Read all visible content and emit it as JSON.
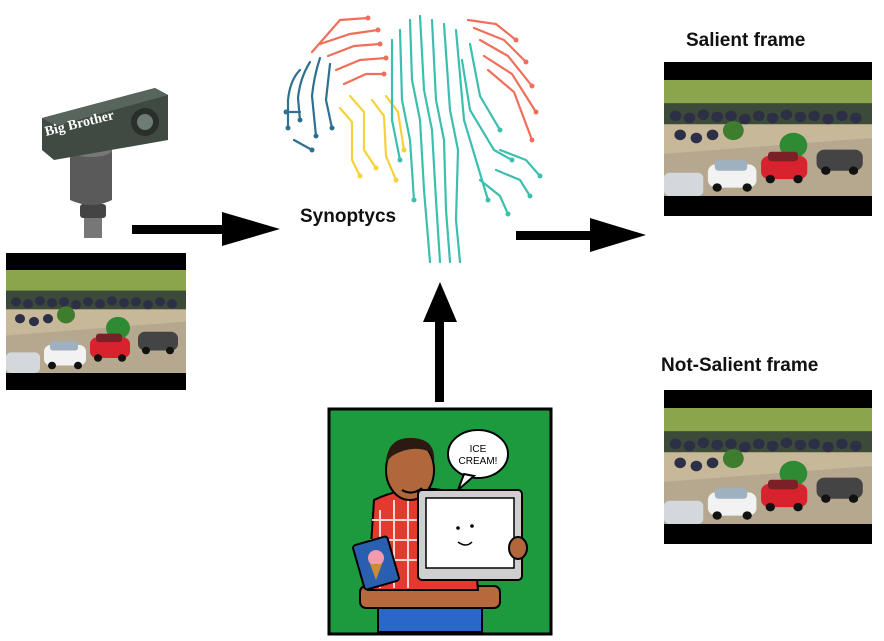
{
  "labels": {
    "salient": "Salient frame",
    "not_salient": "Not-Salient frame",
    "system": "Synoptycs",
    "camera_brand": "Big Brother",
    "speech_bubble_line1": "ICE",
    "speech_bubble_line2": "CREAM!"
  },
  "colors": {
    "arrow": "#000000",
    "brain_teal": "#3cbfae",
    "brain_red": "#ef6f5a",
    "brain_yellow": "#f4d23c",
    "brain_blue": "#2f6f8f",
    "cartoon_bg": "#1e9a3e",
    "car_red": "#d8232e"
  },
  "icons": {
    "camera": "cctv-camera-icon",
    "brain": "circuit-brain-icon",
    "user": "person-with-tablet-illustration"
  }
}
